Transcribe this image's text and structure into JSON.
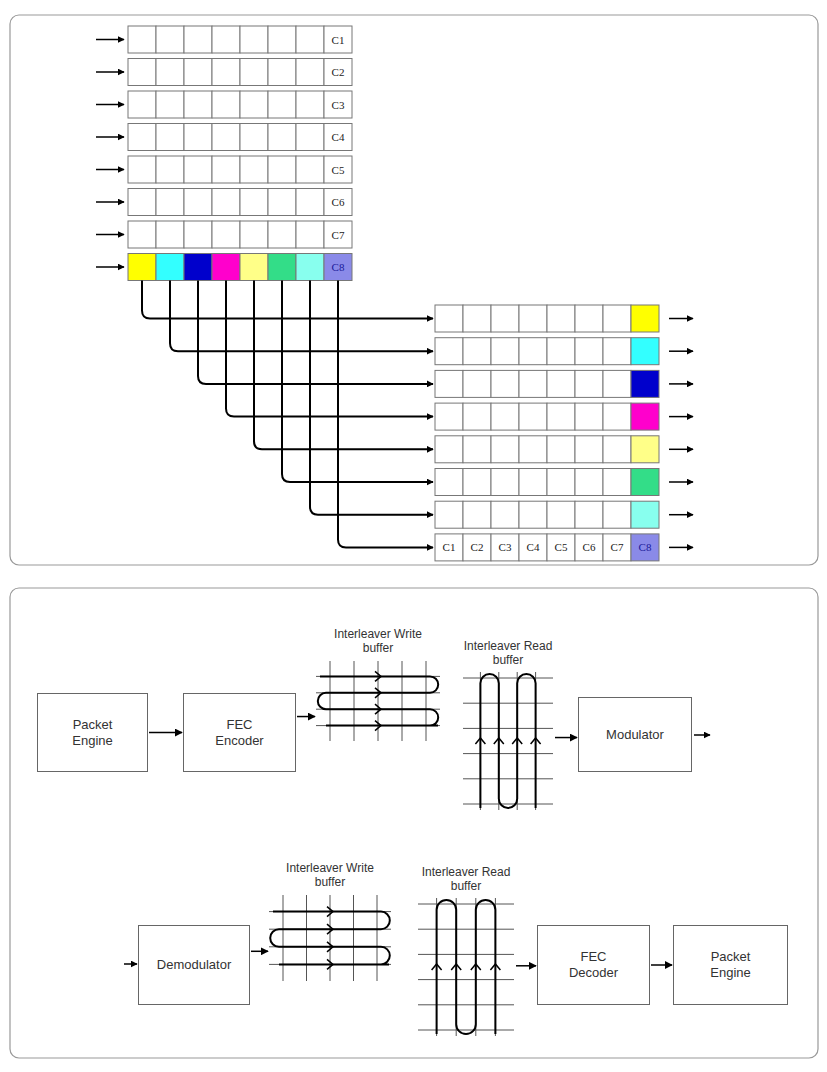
{
  "diagram": {
    "nodes": [
      {
        "text": [
          "Packet Engine"
        ]
      },
      {
        "text": [
          "FEC Encoder"
        ]
      },
      {
        "text": [
          "Interleaver Write buffer"
        ]
      },
      {
        "text": [
          "Interleaver Read buffer"
        ]
      },
      {
        "text": [
          "Modulator"
        ]
      },
      {
        "text": [
          "Demodulator"
        ]
      },
      {
        "text": [
          "Interleaver Write buffer"
        ]
      },
      {
        "text": [
          "Interleaver Read buffer"
        ]
      },
      {
        "text": [
          "FEC Decoder"
        ]
      },
      {
        "text": [
          "Packet Engine"
        ]
      }
    ],
    "edges": [
      {
        "from": 0,
        "to": 1,
        "arrow": "to"
      },
      {
        "from": 1,
        "to": 2,
        "arrow": "to"
      },
      {
        "from": 3,
        "to": 4,
        "arrow": "to"
      },
      {
        "from": 5,
        "to": 6,
        "arrow": "to"
      },
      {
        "from": 7,
        "to": 8,
        "arrow": "to"
      },
      {
        "from": 8,
        "to": 9,
        "arrow": "to"
      }
    ],
    "labels": [
      "C1",
      "C2",
      "C3",
      "C4",
      "C5",
      "C6",
      "C7",
      "C8",
      "C1",
      "C2",
      "C3",
      "C4",
      "C5",
      "C6",
      "C7",
      "C8"
    ]
  }
}
